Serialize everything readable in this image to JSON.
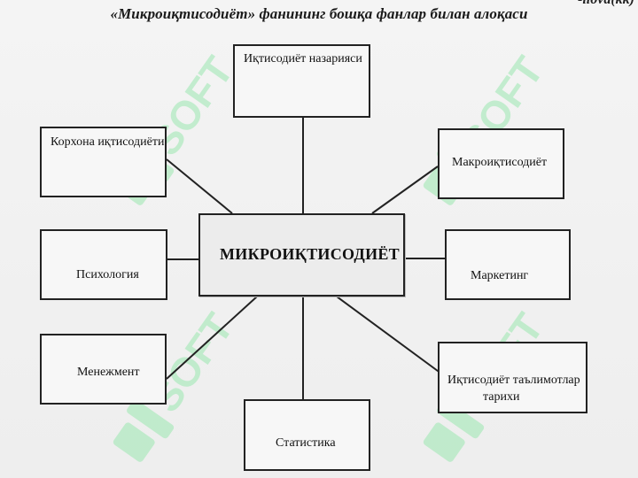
{
  "header": {
    "corner_text": "-ilova(kk)",
    "title": "«Микроиқтисодиёт» фанининг бошқа фанлар билан алоқаси"
  },
  "center_node": {
    "label": "МИКРОИҚТИСОДИЁТ"
  },
  "nodes": {
    "economic_theory": "Иқтисодиёт назарияси",
    "enterprise_economics": "Корхона иқтисодиёти",
    "macroeconomics": "Макроиқтисодиёт",
    "psychology": "Психология",
    "marketing": "Маркетинг",
    "management": "Менежмент",
    "history_line1": "Иқтисодиёт таълимотлар",
    "history_line2": "тарихи",
    "statistics": "Статистика"
  },
  "watermark": {
    "text": "SOFT",
    "color": "#9be8b0"
  },
  "colors": {
    "line": "#222222",
    "background": "#f2f2f2"
  }
}
